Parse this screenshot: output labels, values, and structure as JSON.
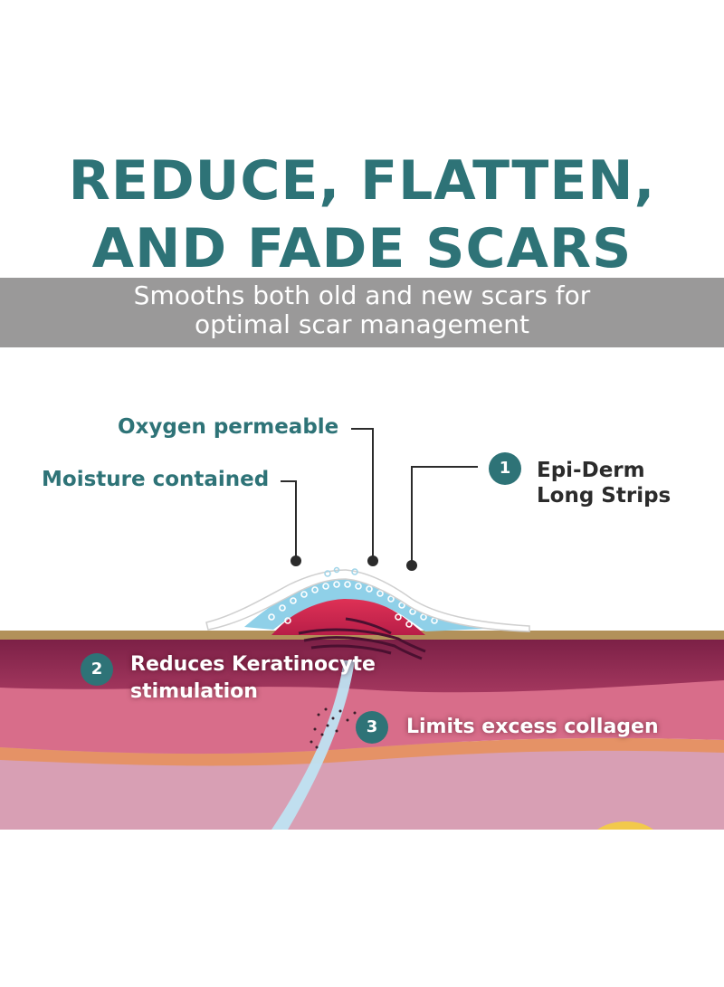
{
  "headline": {
    "line1": "REDUCE, FLATTEN,",
    "line2": "AND FADE SCARS"
  },
  "banner": {
    "line1": "Smooths both old and new scars for",
    "line2": "optimal scar management"
  },
  "callouts": {
    "oxygen": "Oxygen permeable",
    "moisture": "Moisture contained",
    "product": {
      "number": "1",
      "line1": "Epi-Derm",
      "line2": "Long Strips"
    },
    "keratinocyte": {
      "number": "2",
      "line1": "Reduces Keratinocyte",
      "line2": "stimulation"
    },
    "collagen": {
      "number": "3",
      "text": "Limits excess collagen"
    }
  },
  "colors": {
    "teal": "#2e7377",
    "banner_gray": "#9a9999",
    "epidermis": "#b2915a",
    "dermis_dark": "#84284d",
    "dermis_mid": "#d86d8a",
    "fat_orange": "#e59266",
    "hypodermis": "#d89fb4",
    "gel_blue": "#8fd0e8"
  }
}
